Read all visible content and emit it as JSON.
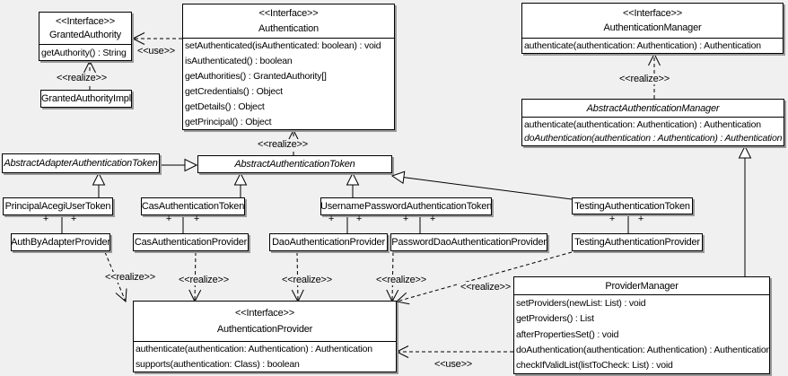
{
  "diagram": {
    "type": "uml-class-diagram",
    "label_realize": "<<realize>>",
    "label_use": "<<use>>",
    "label_plus": "+",
    "colors": {
      "background": "#f0f0f0",
      "node_fill": "#ffffff",
      "line": "#000000",
      "shadow": "#999999"
    }
  },
  "classes": [
    {
      "id": "granted-authority",
      "stereotype": "<<Interface>>",
      "name": "GrantedAuthority",
      "abstract": false,
      "methods": [
        {
          "text": "getAuthority() : String",
          "italic": false
        }
      ]
    },
    {
      "id": "granted-authority-impl",
      "name": "GrantedAuthorityImpl",
      "abstract": false,
      "methods": []
    },
    {
      "id": "authentication",
      "stereotype": "<<Interface>>",
      "name": "Authentication",
      "abstract": false,
      "methods": [
        {
          "text": "setAuthenticated(isAuthenticated: boolean) : void",
          "italic": false
        },
        {
          "text": "isAuthenticated() : boolean",
          "italic": false
        },
        {
          "text": "getAuthorities() : GrantedAuthority[]",
          "italic": false
        },
        {
          "text": "getCredentials() : Object",
          "italic": false
        },
        {
          "text": "getDetails() : Object",
          "italic": false
        },
        {
          "text": "getPrincipal() : Object",
          "italic": false
        }
      ]
    },
    {
      "id": "authentication-manager",
      "stereotype": "<<Interface>>",
      "name": "AuthenticationManager",
      "abstract": false,
      "methods": [
        {
          "text": "authenticate(authentication: Authentication) : Authentication",
          "italic": false
        }
      ]
    },
    {
      "id": "abstract-authentication-manager",
      "name": "AbstractAuthenticationManager",
      "abstract": true,
      "methods": [
        {
          "text": "authenticate(authentication: Authentication) : Authentication",
          "italic": false
        },
        {
          "text": "doAuthentication(authentication : Authentication) : Authentication",
          "italic": true
        }
      ]
    },
    {
      "id": "abstract-adapter-authentication-token",
      "name": "AbstractAdapterAuthenticationToken",
      "abstract": true,
      "methods": []
    },
    {
      "id": "abstract-authentication-token",
      "name": "AbstractAuthenticationToken",
      "abstract": true,
      "methods": []
    },
    {
      "id": "principal-acegi-user-token",
      "name": "PrincipalAcegiUserToken",
      "abstract": false,
      "methods": []
    },
    {
      "id": "cas-authentication-token",
      "name": "CasAuthenticationToken",
      "abstract": false,
      "methods": []
    },
    {
      "id": "username-password-authentication-token",
      "name": "UsernamePasswordAuthenticationToken",
      "abstract": false,
      "methods": []
    },
    {
      "id": "testing-authentication-token",
      "name": "TestingAuthenticationToken",
      "abstract": false,
      "methods": []
    },
    {
      "id": "auth-by-adapter-provider",
      "name": "AuthByAdapterProvider",
      "abstract": false,
      "methods": []
    },
    {
      "id": "cas-authentication-provider",
      "name": "CasAuthenticationProvider",
      "abstract": false,
      "methods": []
    },
    {
      "id": "dao-authentication-provider",
      "name": "DaoAuthenticationProvider",
      "abstract": false,
      "methods": []
    },
    {
      "id": "password-dao-authentication-provider",
      "name": "PasswordDaoAuthenticationProvider",
      "abstract": false,
      "methods": []
    },
    {
      "id": "testing-authentication-provider",
      "name": "TestingAuthenticationProvider",
      "abstract": false,
      "methods": []
    },
    {
      "id": "authentication-provider",
      "stereotype": "<<Interface>>",
      "name": "AuthenticationProvider",
      "abstract": false,
      "methods": [
        {
          "text": "authenticate(authentication: Authentication) : Authentication",
          "italic": false
        },
        {
          "text": "supports(authentication: Class) : boolean",
          "italic": false
        }
      ]
    },
    {
      "id": "provider-manager",
      "name": "ProviderManager",
      "abstract": false,
      "methods": [
        {
          "text": "setProviders(newList: List) : void",
          "italic": false
        },
        {
          "text": "getProviders() : List",
          "italic": false
        },
        {
          "text": "afterPropertiesSet() : void",
          "italic": false
        },
        {
          "text": "doAuthentication(authentication: Authentication) : Authentication",
          "italic": false
        },
        {
          "text": "checkIfValidList(listToCheck: List) : void",
          "italic": false
        }
      ]
    }
  ]
}
